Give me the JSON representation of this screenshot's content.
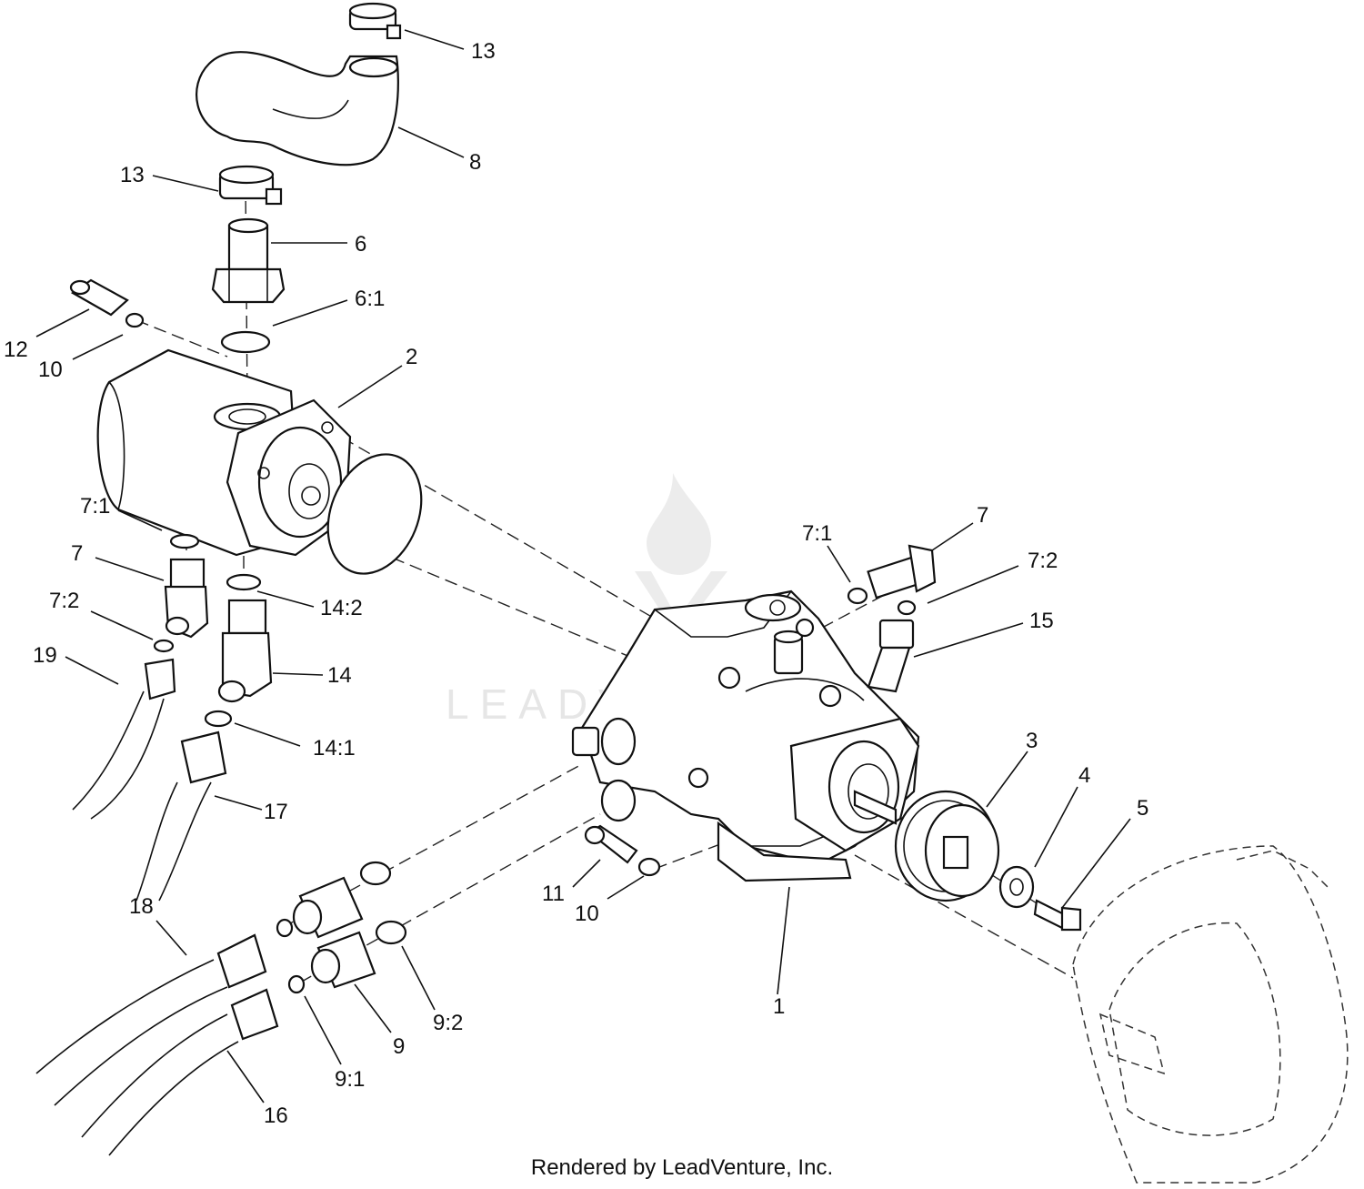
{
  "watermark": {
    "brand": "LEADVENTURE"
  },
  "footer": {
    "credit": "Rendered by LeadVenture, Inc."
  },
  "callouts": [
    {
      "id": "c-13-top",
      "label": "13"
    },
    {
      "id": "c-8",
      "label": "8"
    },
    {
      "id": "c-13-mid",
      "label": "13"
    },
    {
      "id": "c-6",
      "label": "6"
    },
    {
      "id": "c-6-1",
      "label": "6:1"
    },
    {
      "id": "c-12",
      "label": "12"
    },
    {
      "id": "c-10-top",
      "label": "10"
    },
    {
      "id": "c-2",
      "label": "2"
    },
    {
      "id": "c-7-1-left",
      "label": "7:1"
    },
    {
      "id": "c-7-left",
      "label": "7"
    },
    {
      "id": "c-7-2-left",
      "label": "7:2"
    },
    {
      "id": "c-19",
      "label": "19"
    },
    {
      "id": "c-14-2",
      "label": "14:2"
    },
    {
      "id": "c-14",
      "label": "14"
    },
    {
      "id": "c-14-1",
      "label": "14:1"
    },
    {
      "id": "c-17",
      "label": "17"
    },
    {
      "id": "c-7-1-right",
      "label": "7:1"
    },
    {
      "id": "c-7-right",
      "label": "7"
    },
    {
      "id": "c-7-2-right",
      "label": "7:2"
    },
    {
      "id": "c-15",
      "label": "15"
    },
    {
      "id": "c-3",
      "label": "3"
    },
    {
      "id": "c-4",
      "label": "4"
    },
    {
      "id": "c-5",
      "label": "5"
    },
    {
      "id": "c-11",
      "label": "11"
    },
    {
      "id": "c-10-bottom",
      "label": "10"
    },
    {
      "id": "c-1",
      "label": "1"
    },
    {
      "id": "c-18",
      "label": "18"
    },
    {
      "id": "c-9-2",
      "label": "9:2"
    },
    {
      "id": "c-9",
      "label": "9"
    },
    {
      "id": "c-9-1",
      "label": "9:1"
    },
    {
      "id": "c-16",
      "label": "16"
    }
  ]
}
